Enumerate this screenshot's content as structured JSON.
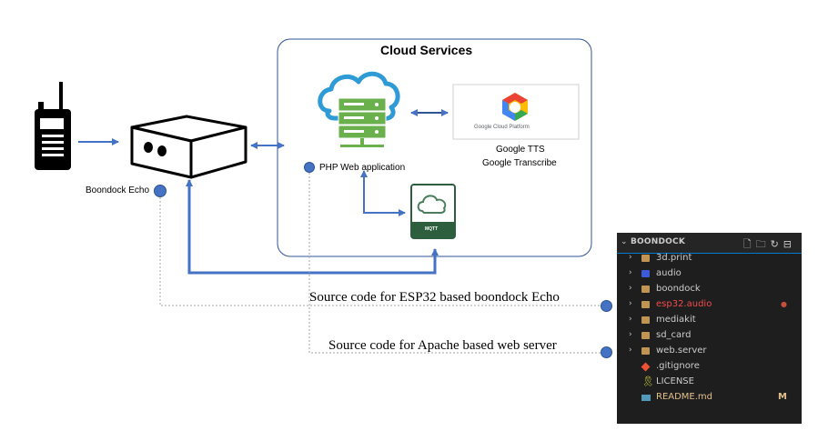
{
  "cloud": {
    "title": "Cloud Services"
  },
  "labels": {
    "php_app": "PHP Web application",
    "google_tts": "Google TTS",
    "google_transcribe": "Google Transcribe",
    "gcp_logo_text": "Google Cloud Platform",
    "mqtt_badge": "MQTT",
    "boondock_echo": "Boondock Echo"
  },
  "callouts": {
    "esp32": "Source code for ESP32 based boondock Echo",
    "apache": "Source code for Apache based web server"
  },
  "explorer": {
    "title": "BOONDOCK",
    "items": [
      {
        "name": "3d.print",
        "type": "folder",
        "badge": ""
      },
      {
        "name": "audio",
        "type": "folder-blue",
        "badge": ""
      },
      {
        "name": "boondock",
        "type": "folder",
        "badge": ""
      },
      {
        "name": "esp32.audio",
        "type": "folder",
        "badge": "●"
      },
      {
        "name": "mediakit",
        "type": "folder",
        "badge": ""
      },
      {
        "name": "sd_card",
        "type": "folder",
        "badge": ""
      },
      {
        "name": "web.server",
        "type": "folder",
        "badge": ""
      },
      {
        "name": ".gitignore",
        "type": "git",
        "badge": ""
      },
      {
        "name": "LICENSE",
        "type": "license",
        "badge": ""
      },
      {
        "name": "README.md",
        "type": "md",
        "badge": "M"
      }
    ]
  },
  "colors": {
    "accent": "#4472c4",
    "folder": "#c09553",
    "modified": "#e2c08d",
    "error": "#f14c4c",
    "mqtt_green": "#2d5f3f"
  }
}
